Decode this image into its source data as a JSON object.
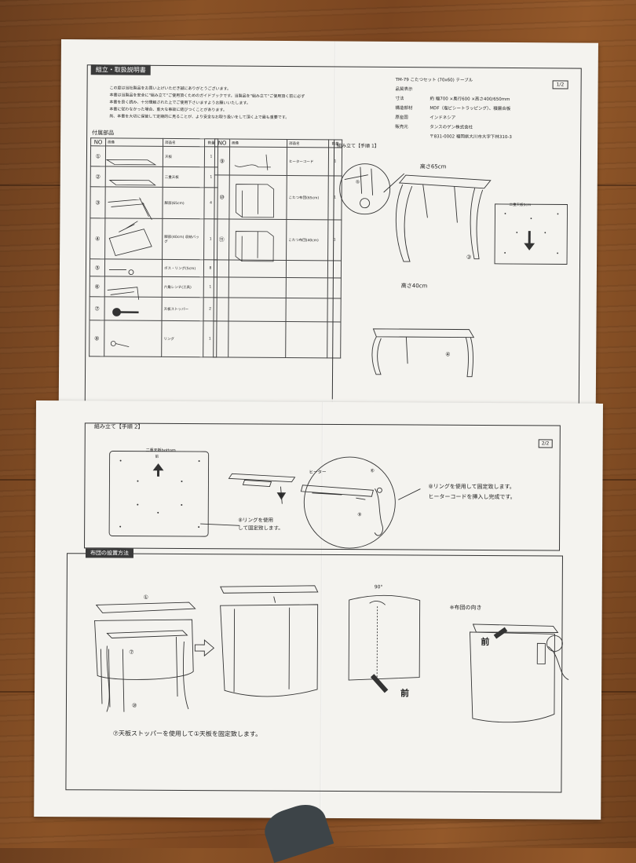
{
  "page1": {
    "title": "組立・取扱説明書",
    "page_num": "1/2",
    "intro": [
      "この度は当社製品をお買い上げいただき誠にありがとうございます。",
      "本書は当製品を安全に\"組み立て\"ご使用頂くためのガイドブックです。当製品を\"組み立て\"ご使用頂く前に必ず",
      "本書を良く読み、十分理解された上でご使用下さいますようお願いいたします。",
      "本書に従わなかった場合、重大な事故に結びつくことがあります。",
      "尚、本書を大切に保管して定期的に見ることが、より安全なお取り扱いをして頂く上で最も重要です。"
    ],
    "spec": {
      "model": "TM-79 こたつセット (70x60) テーブル",
      "rows": [
        {
          "label": "品質表示",
          "value": ""
        },
        {
          "label": "寸法",
          "value": "約 幅700 ×奥行600 ×高さ400/650mm"
        },
        {
          "label": "構造部材",
          "value": "MDF（塩ビシートラッピング）、積層合板"
        },
        {
          "label": "原産国",
          "value": "インドネシア"
        },
        {
          "label": "販売元",
          "value": "タンスのゲン株式会社"
        },
        {
          "label": "",
          "value": "〒831-0002 福岡県大川市大字下林310-3"
        }
      ]
    },
    "parts_title": "付属部品",
    "parts_headers": [
      "NO",
      "画像",
      "部品名",
      "数量"
    ],
    "parts_left": [
      {
        "no": "①",
        "name": "天板",
        "qty": "1"
      },
      {
        "no": "②",
        "name": "二重天板",
        "qty": "1"
      },
      {
        "no": "③",
        "name": "脚部(65cm)",
        "qty": "4"
      },
      {
        "no": "④",
        "name": "脚部(40cm) 収納バッグ",
        "qty": "1"
      },
      {
        "no": "⑤",
        "name": "ボス・リング(5cm)",
        "qty": "8"
      },
      {
        "no": "⑥",
        "name": "六角レンチ(工具)",
        "qty": "1"
      },
      {
        "no": "⑦",
        "name": "天板ストッパー",
        "qty": "2"
      },
      {
        "no": "⑧",
        "name": "リング",
        "qty": "1"
      }
    ],
    "parts_right": [
      {
        "no": "⑨",
        "name": "ヒーターコード",
        "qty": "1"
      },
      {
        "no": "⑩",
        "name": "こたつ布団(65cm)",
        "qty": "1"
      },
      {
        "no": "⑪",
        "name": "こたつ布団(40cm)",
        "qty": "1"
      },
      {
        "no": "",
        "name": "",
        "qty": ""
      },
      {
        "no": "",
        "name": "",
        "qty": ""
      },
      {
        "no": "",
        "name": "",
        "qty": ""
      },
      {
        "no": "",
        "name": "",
        "qty": ""
      }
    ],
    "step1_title": "組み立て【手順 1】",
    "height_65": "高さ65cm",
    "height_40": "高さ40cm",
    "double_top_label": "二重天板1cm",
    "label_3": "③",
    "label_4": "④",
    "label_5": "⑤"
  },
  "page2": {
    "step2_title": "組み立て【手順 2】",
    "page_num": "2/2",
    "bottom_label": "二重天板bottom",
    "front_label_small": "前",
    "heater_label": "ヒーター",
    "ring_note_a": "⑧リングを使用",
    "ring_note_b": "して固定致します。",
    "right_note_a": "⑧リングを使用して固定致します。",
    "right_note_b": "ヒーターコードを挿入し完成です。",
    "futon_title": "布団の設置方法",
    "angle": "90°",
    "futon_dir": "※布団の向き",
    "front": "前",
    "stopper_note": "⑦天板ストッパーを使用して①天板を固定致します。",
    "label_1": "①",
    "label_7": "⑦",
    "label_10": "⑩",
    "label_8": "⑧",
    "label_9": "⑨",
    "label_6": "⑥"
  }
}
